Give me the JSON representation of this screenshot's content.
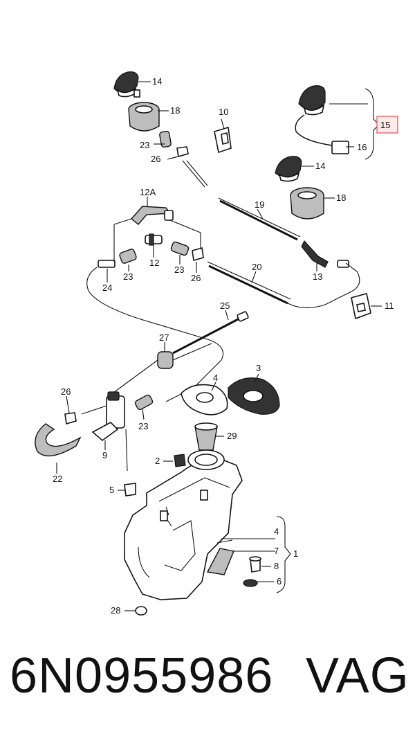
{
  "diagram": {
    "callouts": {
      "c1": "1",
      "c2": "2",
      "c3": "3",
      "c4a": "4",
      "c4b": "4",
      "c5": "5",
      "c6": "6",
      "c7": "7",
      "c8": "8",
      "c9": "9",
      "c10": "10",
      "c11": "11",
      "c12": "12",
      "c12a": "12A",
      "c13": "13",
      "c14a": "14",
      "c14b": "14",
      "c15": "15",
      "c16": "16",
      "c18a": "18",
      "c18b": "18",
      "c19": "19",
      "c20": "20",
      "c22": "22",
      "c23a": "23",
      "c23b": "23",
      "c23c": "23",
      "c24": "24",
      "c25": "25",
      "c26a": "26",
      "c26b": "26",
      "c26c": "26",
      "c27": "27",
      "c28": "28",
      "c29": "29"
    },
    "highlight_color": "#d9534f"
  },
  "footer": {
    "part_number": "6N0955986",
    "brand": "VAG"
  }
}
